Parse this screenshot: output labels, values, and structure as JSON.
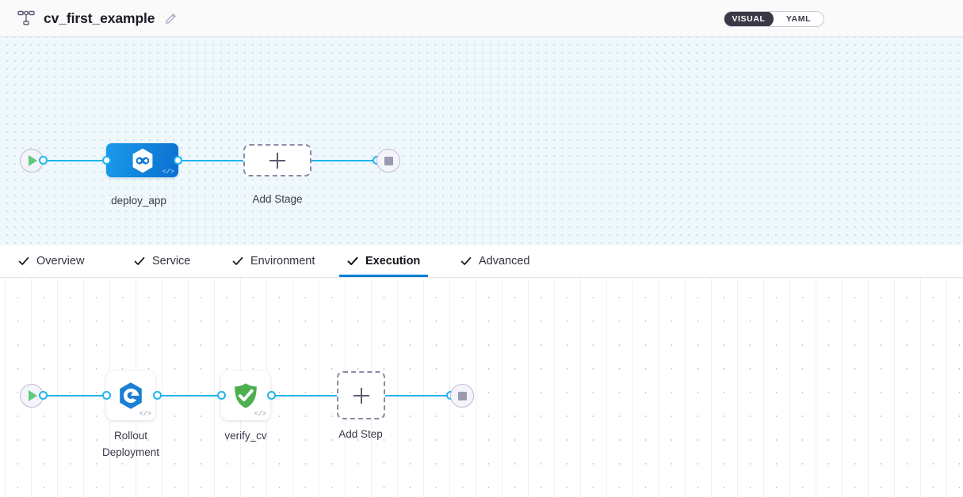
{
  "header": {
    "pipeline_icon": "pipeline-hierarchy-icon",
    "title": "cv_first_example",
    "edit_icon": "pencil-edit-icon",
    "mode_toggle": {
      "options": [
        "VISUAL",
        "YAML"
      ],
      "selected": "VISUAL"
    }
  },
  "stage_canvas": {
    "start_node": {
      "name": "start-node",
      "icon": "play-icon"
    },
    "stages": [
      {
        "label": "deploy_app",
        "icon": "cd-infinity-hexagon-icon",
        "code_mark": "</>",
        "type": "deployment-stage"
      }
    ],
    "add_stage": {
      "label": "Add Stage",
      "icon": "plus-icon"
    },
    "end_node": {
      "name": "end-node",
      "icon": "stop-icon"
    }
  },
  "tabs": [
    {
      "label": "Overview",
      "icon": "check-icon",
      "active": false
    },
    {
      "label": "Service",
      "icon": "check-icon",
      "active": false
    },
    {
      "label": "Environment",
      "icon": "check-icon",
      "active": false
    },
    {
      "label": "Execution",
      "icon": "check-icon",
      "active": true
    },
    {
      "label": "Advanced",
      "icon": "check-icon",
      "active": false
    }
  ],
  "step_canvas": {
    "start_node": {
      "name": "start-node",
      "icon": "play-icon"
    },
    "steps": [
      {
        "label": "Rollout Deployment",
        "label_line1": "Rollout",
        "label_line2": "Deployment",
        "icon": "rollout-hexagon-e-icon",
        "code_mark": "</>"
      },
      {
        "label": "verify_cv",
        "icon": "green-shield-check-icon",
        "code_mark": "</>"
      }
    ],
    "add_step": {
      "label": "Add Step",
      "icon": "plus-icon"
    },
    "end_node": {
      "name": "end-node",
      "icon": "stop-icon"
    }
  },
  "colors": {
    "accent_blue": "#0b7fd4",
    "edge_blue": "#20b4ee",
    "stage_blue": "#0b6fd0",
    "verify_green": "#4caf50",
    "toggle_dark": "#383846",
    "stage_canvas_bg": "#eef8fd"
  }
}
